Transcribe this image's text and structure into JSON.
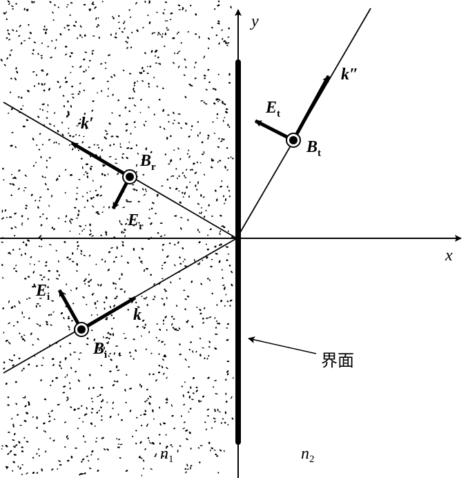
{
  "axes": {
    "x_label": "x",
    "y_label": "y"
  },
  "interface_label": "界面",
  "media": {
    "n1": {
      "base": "n",
      "sub": "1"
    },
    "n2": {
      "base": "n",
      "sub": "2"
    }
  },
  "incident": {
    "k": "k",
    "E": {
      "base": "E",
      "sub": "i"
    },
    "B": {
      "base": "B",
      "sub": "i"
    }
  },
  "reflected": {
    "k": "k′",
    "E": {
      "base": "E",
      "sub": "r"
    },
    "B": {
      "base": "B",
      "sub": "r"
    }
  },
  "transmitted": {
    "k": "k″",
    "E": {
      "base": "E",
      "sub": "t"
    },
    "B": {
      "base": "B",
      "sub": "t"
    }
  },
  "colors": {
    "ink": "#000000",
    "background": "#ffffff"
  }
}
